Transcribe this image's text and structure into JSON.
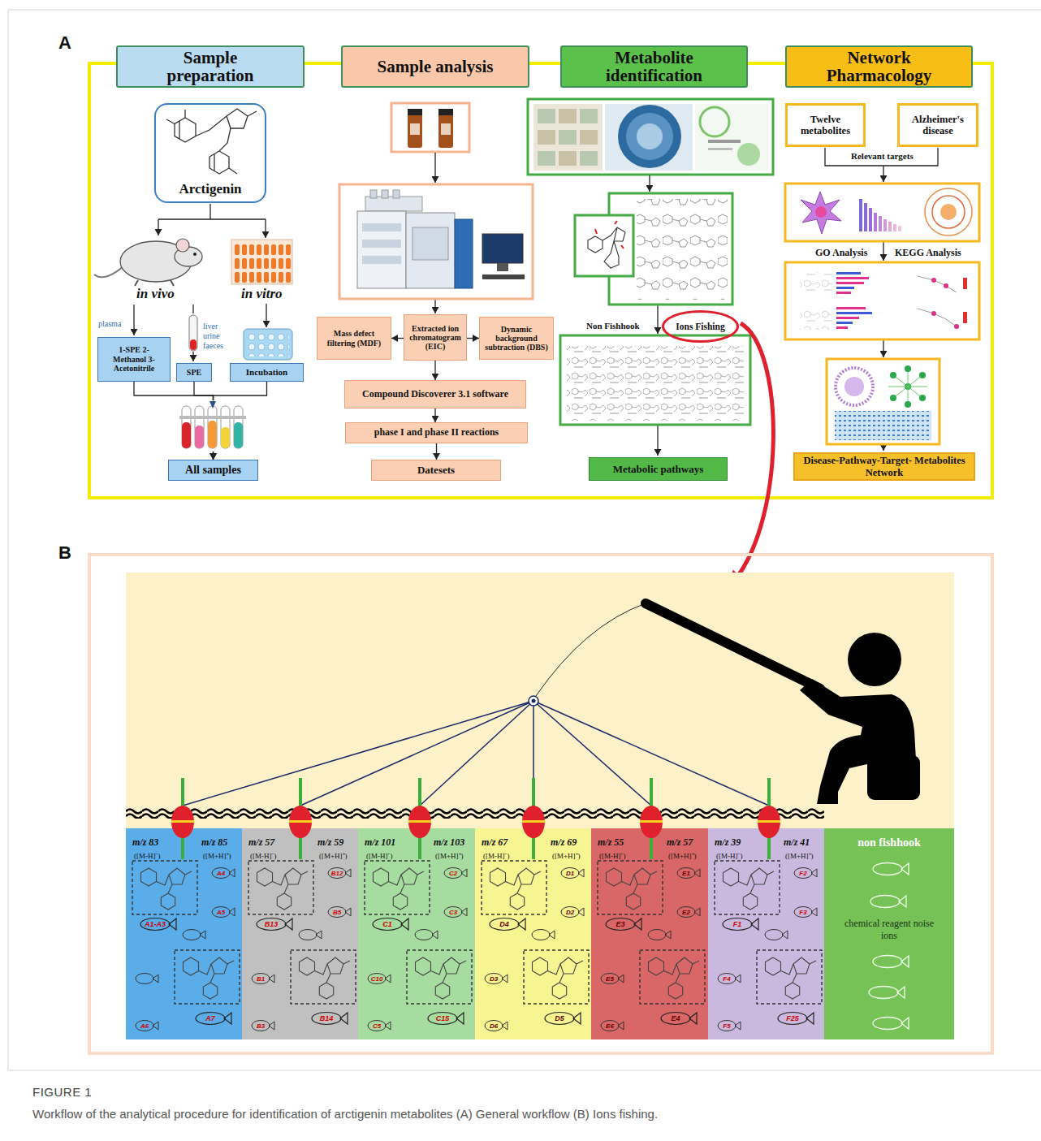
{
  "diagram": {
    "caption": "Workflow of the analytical procedure for identification of arctigenin metabolites (A) General workflow (B) Ions fishing.",
    "nodes": [
      {
        "text": [
          "Sample preparation"
        ]
      },
      {
        "text": [
          "Sample analysis"
        ]
      },
      {
        "text": [
          "Metabolite identification"
        ]
      },
      {
        "text": [
          "Network Pharmacology"
        ]
      },
      {
        "text": [
          "Arctigenin"
        ]
      },
      {
        "text": [
          "1-SPE 2-Methanol 3-Acetonitrile"
        ]
      },
      {
        "text": [
          "SPE"
        ]
      },
      {
        "text": [
          "Incubation"
        ]
      },
      {
        "text": [
          "All samples"
        ]
      },
      {
        "text": [
          "Mass defect filtering (MDF)"
        ]
      },
      {
        "text": [
          "Extracted ion chromatogram (EIC)"
        ]
      },
      {
        "text": [
          "Dynamic background subtraction (DBS)"
        ]
      },
      {
        "text": [
          "Compound Discoverer 3.1 software"
        ]
      },
      {
        "text": [
          "phase I and phase II reactions"
        ]
      },
      {
        "text": [
          "Datesets"
        ]
      },
      {
        "text": [
          "Metabolic pathways"
        ]
      },
      {
        "text": [
          "Ions Fishing"
        ]
      },
      {
        "text": [
          "Twelve metabolites"
        ]
      },
      {
        "text": [
          "Alzheimer's disease"
        ]
      },
      {
        "text": [
          "Disease-Pathway-Target- Metabolites Network"
        ]
      },
      {
        "text": [
          "m/z 83",
          "([M-H]⁻)",
          "m/z 85",
          "([M+H]⁺)",
          "A4",
          "A5",
          "A1-A3",
          "A7",
          "A6"
        ]
      },
      {
        "text": [
          "m/z 57",
          "([M-H]⁻)",
          "m/z 59",
          "([M+H]⁺)",
          "B12",
          "B5",
          "B13",
          "B1",
          "B14",
          "B3"
        ]
      },
      {
        "text": [
          "m/z 101",
          "([M-H]⁻)",
          "m/z 103",
          "([M+H]⁺)",
          "C2",
          "C3",
          "C1",
          "C10",
          "C15",
          "C5"
        ]
      },
      {
        "text": [
          "m/z 67",
          "([M-H]⁻)",
          "m/z 69",
          "([M+H]⁺)",
          "D1",
          "D2",
          "D4",
          "D3",
          "D5",
          "D6"
        ]
      },
      {
        "text": [
          "m/z 55",
          "([M-H]⁻)",
          "m/z 57",
          "([M+H]⁺)",
          "E1",
          "E2",
          "E3",
          "E5",
          "E4",
          "E6"
        ]
      },
      {
        "text": [
          "m/z 39",
          "([M-H]⁻)",
          "m/z 41",
          "([M+H]⁺)",
          "F2",
          "F3",
          "F1",
          "F4",
          "F25",
          "F5"
        ]
      },
      {
        "text": [
          "non fishhook",
          "chemical reagent noise ions"
        ]
      }
    ],
    "edges": [
      {
        "from": 5,
        "to": 8,
        "arrow": "to"
      },
      {
        "from": 6,
        "to": 8,
        "arrow": "to"
      },
      {
        "from": 7,
        "to": 8,
        "arrow": "to"
      },
      {
        "from": 10,
        "to": 9,
        "arrow": "to"
      },
      {
        "from": 10,
        "to": 11,
        "arrow": "to"
      },
      {
        "from": 10,
        "to": 12,
        "arrow": "to"
      },
      {
        "from": 12,
        "to": 13,
        "arrow": "to"
      },
      {
        "from": 13,
        "to": 14,
        "arrow": "to"
      }
    ],
    "labels": [
      "A",
      "in vivo",
      "in vitro",
      "plasma",
      "liver urine faeces",
      "Non Fishhook",
      "Relevant targets",
      "GO Analysis",
      "KEGG Analysis",
      "B",
      "FIGURE 1"
    ]
  }
}
